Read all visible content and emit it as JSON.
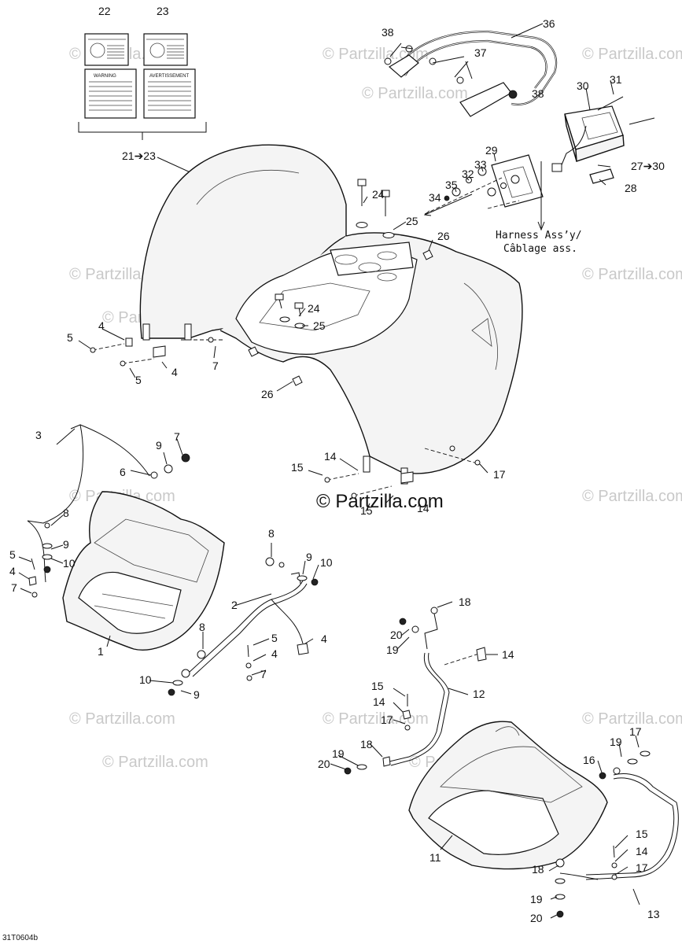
{
  "diagram": {
    "code": "31T0604b",
    "callouts": [
      "22",
      "23",
      "21➔23",
      "36",
      "38",
      "37",
      "38",
      "31",
      "30",
      "29",
      "33",
      "32",
      "35",
      "34",
      "27➔30",
      "28",
      "24",
      "25",
      "26",
      "24",
      "25",
      "5",
      "4",
      "7",
      "5",
      "4",
      "26",
      "3",
      "9",
      "7",
      "6",
      "8",
      "9",
      "10",
      "5",
      "4",
      "7",
      "1",
      "14",
      "15",
      "17",
      "15",
      "14",
      "8",
      "9",
      "10",
      "2",
      "5",
      "4",
      "8",
      "7",
      "10",
      "9",
      "4",
      "18",
      "20",
      "19",
      "14",
      "12",
      "15",
      "14",
      "17",
      "18",
      "19",
      "20",
      "17",
      "19",
      "16",
      "11",
      "15",
      "14",
      "17",
      "18",
      "19",
      "20",
      "13"
    ],
    "harness_line1": "Harness Ass’y/",
    "harness_line2": "Câblage ass.",
    "watermark": "© Partzilla.com",
    "watermark_main": "© Partzilla.com"
  },
  "labels": {
    "warning_title": "WARNING",
    "avertissement_title": "AVERTISSEMENT"
  }
}
